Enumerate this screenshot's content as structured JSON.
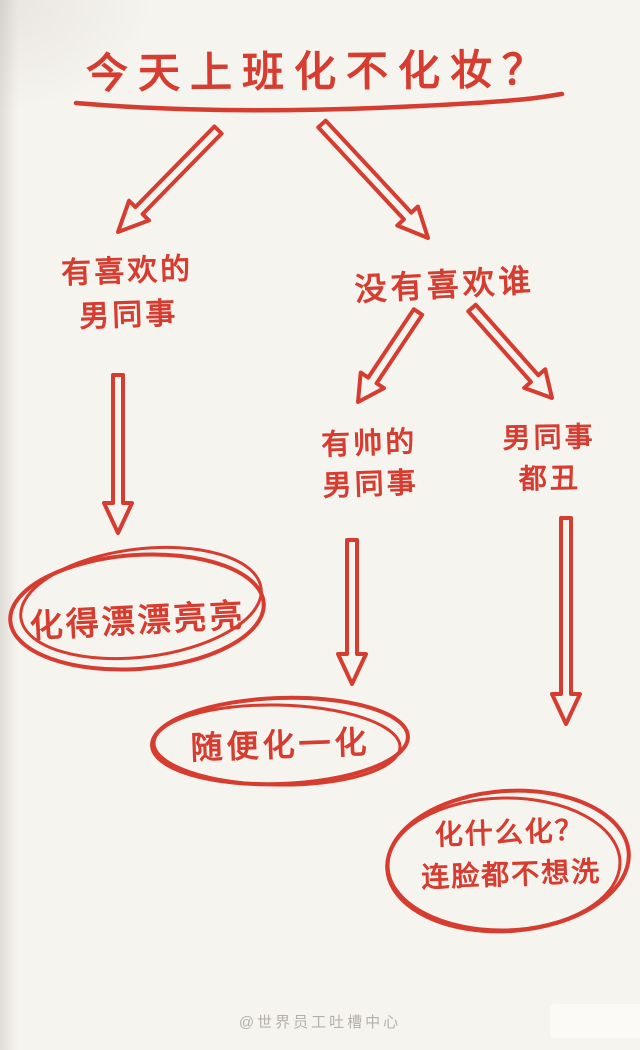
{
  "colors": {
    "ink_red": "#d63c2f",
    "background": "#f6f4ef",
    "watermark_gray": "#b5b1a8"
  },
  "flowchart": {
    "title": "今天上班化不化妆？",
    "nodes": {
      "like_colleague": {
        "line1": "有喜欢的",
        "line2": "男同事"
      },
      "no_crush": "没有喜欢谁",
      "handsome_colleague": {
        "line1": "有帅的",
        "line2": "男同事"
      },
      "ugly_colleagues": {
        "line1": "男同事",
        "line2": "都丑"
      }
    },
    "outcomes": {
      "makeup_beautiful": "化得漂漂亮亮",
      "makeup_casual": "随便化一化",
      "no_makeup": {
        "line1": "化什么化？",
        "line2": "连脸都不想洗"
      }
    }
  },
  "watermark": "@世界员工吐槽中心"
}
